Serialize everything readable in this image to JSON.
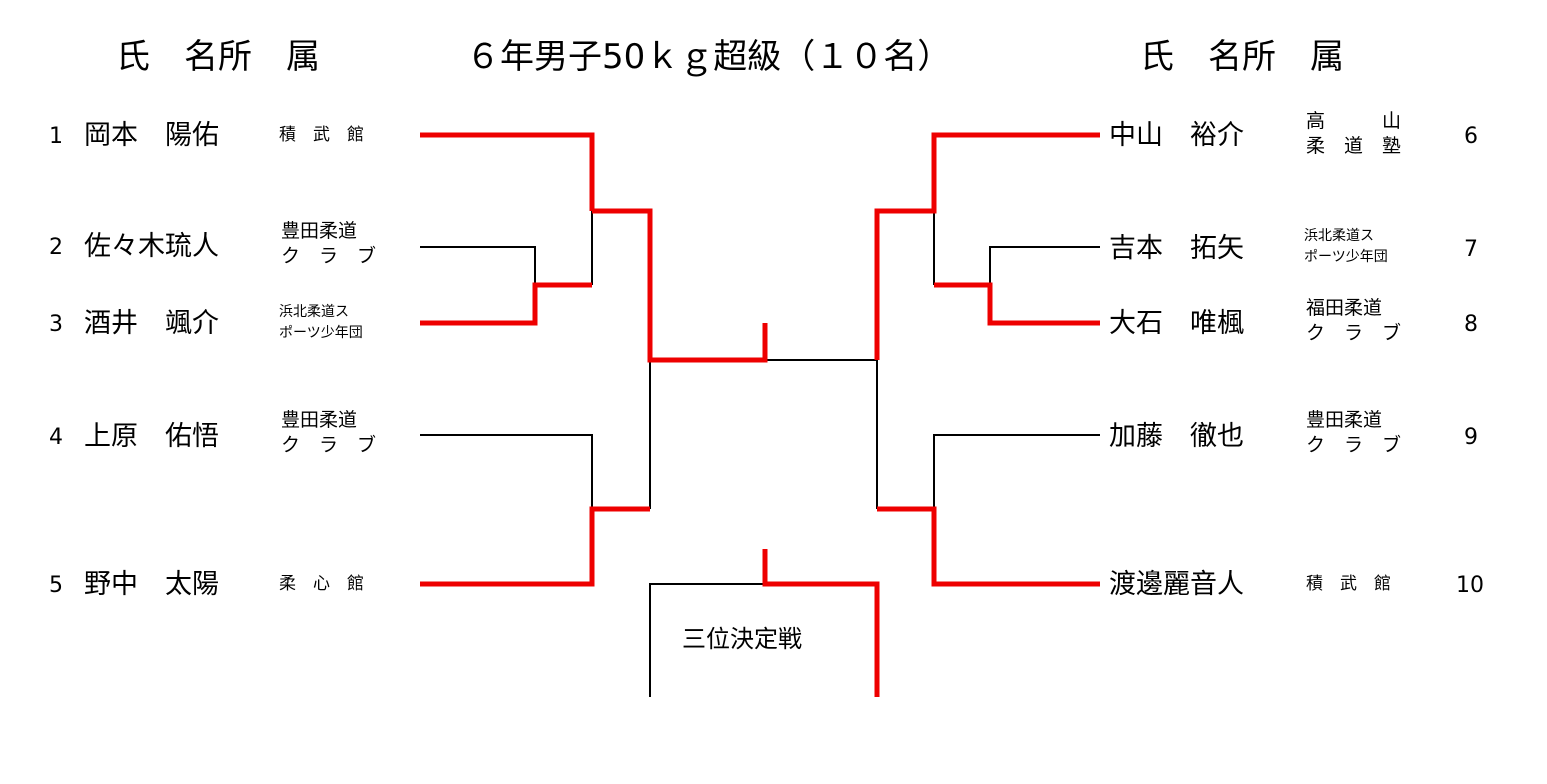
{
  "header": {
    "left_label": "氏　名所　属",
    "title": "６年男子50ｋｇ超級（１０名）",
    "right_label": "氏　名所　属"
  },
  "entrants": [
    {
      "num": "1",
      "name": "岡本　陽佑",
      "club": "積　武　館"
    },
    {
      "num": "2",
      "name": "佐々木琉人",
      "club": "豊田柔道\nク　ラ　ブ"
    },
    {
      "num": "3",
      "name": "酒井　颯介",
      "club": "浜北柔道ス\nポーツ少年団"
    },
    {
      "num": "4",
      "name": "上原　佑悟",
      "club": "豊田柔道\nク　ラ　ブ"
    },
    {
      "num": "5",
      "name": "野中　太陽",
      "club": "柔　心　館"
    },
    {
      "num": "6",
      "name": "中山　裕介",
      "club": "高　　　山\n柔　道　塾"
    },
    {
      "num": "7",
      "name": "吉本　拓矢",
      "club": "浜北柔道ス\nポーツ少年団"
    },
    {
      "num": "8",
      "name": "大石　唯楓",
      "club": "福田柔道\nク　ラ　ブ"
    },
    {
      "num": "9",
      "name": "加藤　徹也",
      "club": "豊田柔道\nク　ラ　ブ"
    },
    {
      "num": "10",
      "name": "渡邊麗音人",
      "club": "積　武　館"
    }
  ],
  "third_place_label": "三位決定戦",
  "colors": {
    "winner_line": "#ee0000",
    "line": "#000000",
    "text": "#000000"
  }
}
